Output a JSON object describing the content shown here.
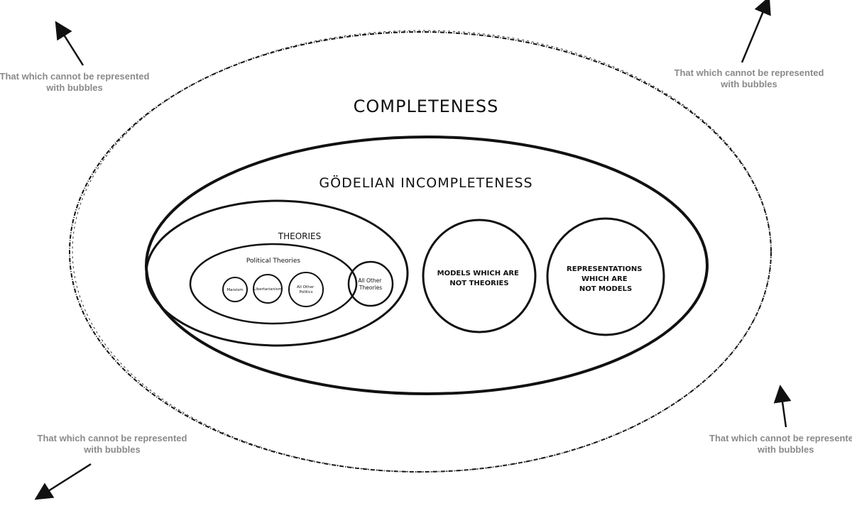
{
  "diagram": {
    "outer_label": "COMPLETENESS",
    "inner_label": "GÖDELIAN INCOMPLETENESS",
    "theories": {
      "label": "THEORIES",
      "political": {
        "label": "Political Theories",
        "items": [
          "Marxism",
          "Libertarianism",
          "All Other Politics"
        ]
      },
      "other": "All Other Theories"
    },
    "models": "MODELS WHICH ARE NOT THEORIES",
    "representations": "REPRESENTATIONS WHICH ARE NOT MODELS",
    "outside_notes": [
      {
        "line1": "That which cannot be represented",
        "line2": "with bubbles"
      },
      {
        "line1": "That which cannot be represented",
        "line2": "with bubbles"
      },
      {
        "line1": "That which cannot be represented",
        "line2": "with bubbles"
      },
      {
        "line1": "That which cannot be represented",
        "line2": "with bubbles"
      }
    ],
    "colors": {
      "ink": "#111111",
      "note": "#8a8a8a",
      "background": "#ffffff"
    }
  }
}
